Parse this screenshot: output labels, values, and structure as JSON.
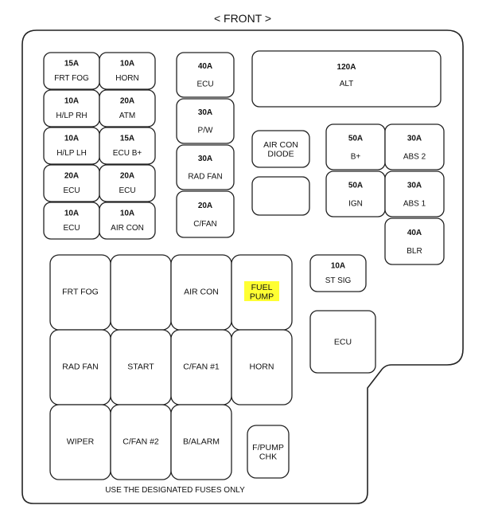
{
  "title": "< FRONT >",
  "footer": "USE THE DESIGNATED FUSES ONLY",
  "colors": {
    "highlight": "#ffff33",
    "stroke": "#222222"
  },
  "fuses": [
    {
      "id": "frt-fog",
      "amp": "15A",
      "label": "FRT FOG"
    },
    {
      "id": "horn",
      "amp": "10A",
      "label": "HORN"
    },
    {
      "id": "hlp-rh",
      "amp": "10A",
      "label": "H/LP RH"
    },
    {
      "id": "atm",
      "amp": "20A",
      "label": "ATM"
    },
    {
      "id": "hlp-lh",
      "amp": "10A",
      "label": "H/LP LH"
    },
    {
      "id": "ecu-bplus",
      "amp": "15A",
      "label": "ECU B+"
    },
    {
      "id": "ecu-a",
      "amp": "20A",
      "label": "ECU"
    },
    {
      "id": "ecu-b",
      "amp": "20A",
      "label": "ECU"
    },
    {
      "id": "ecu-c",
      "amp": "10A",
      "label": "ECU"
    },
    {
      "id": "air-con",
      "amp": "10A",
      "label": "AIR CON"
    },
    {
      "id": "ecu-40",
      "amp": "40A",
      "label": "ECU"
    },
    {
      "id": "pw",
      "amp": "30A",
      "label": "P/W"
    },
    {
      "id": "rad-fan",
      "amp": "30A",
      "label": "RAD FAN"
    },
    {
      "id": "cfan",
      "amp": "20A",
      "label": "C/FAN"
    },
    {
      "id": "alt",
      "amp": "120A",
      "label": "ALT"
    },
    {
      "id": "bplus",
      "amp": "50A",
      "label": "B+"
    },
    {
      "id": "abs2",
      "amp": "30A",
      "label": "ABS 2"
    },
    {
      "id": "ign",
      "amp": "50A",
      "label": "IGN"
    },
    {
      "id": "abs1",
      "amp": "30A",
      "label": "ABS 1"
    },
    {
      "id": "blr",
      "amp": "40A",
      "label": "BLR"
    },
    {
      "id": "st-sig",
      "amp": "10A",
      "label": "ST SIG"
    }
  ],
  "components": [
    {
      "id": "air-con-diode",
      "lines": [
        "AIR CON",
        "DIODE"
      ]
    },
    {
      "id": "spare",
      "lines": []
    },
    {
      "id": "ecu-relay",
      "lines": [
        "ECU"
      ]
    }
  ],
  "relays": [
    {
      "id": "frt-fog",
      "lines": [
        "FRT FOG"
      ]
    },
    {
      "id": "blank",
      "lines": []
    },
    {
      "id": "air-con",
      "lines": [
        "AIR CON"
      ]
    },
    {
      "id": "fuel-pump",
      "lines": [
        "FUEL",
        "PUMP"
      ],
      "highlighted": true
    },
    {
      "id": "rad-fan",
      "lines": [
        "RAD FAN"
      ]
    },
    {
      "id": "start",
      "lines": [
        "START"
      ]
    },
    {
      "id": "cfan1",
      "lines": [
        "C/FAN #1"
      ]
    },
    {
      "id": "horn",
      "lines": [
        "HORN"
      ]
    },
    {
      "id": "wiper",
      "lines": [
        "WIPER"
      ]
    },
    {
      "id": "cfan2",
      "lines": [
        "C/FAN #2"
      ]
    },
    {
      "id": "balarm",
      "lines": [
        "B/ALARM"
      ]
    },
    {
      "id": "fpump-chk",
      "lines": [
        "F/PUMP",
        "CHK"
      ]
    }
  ]
}
